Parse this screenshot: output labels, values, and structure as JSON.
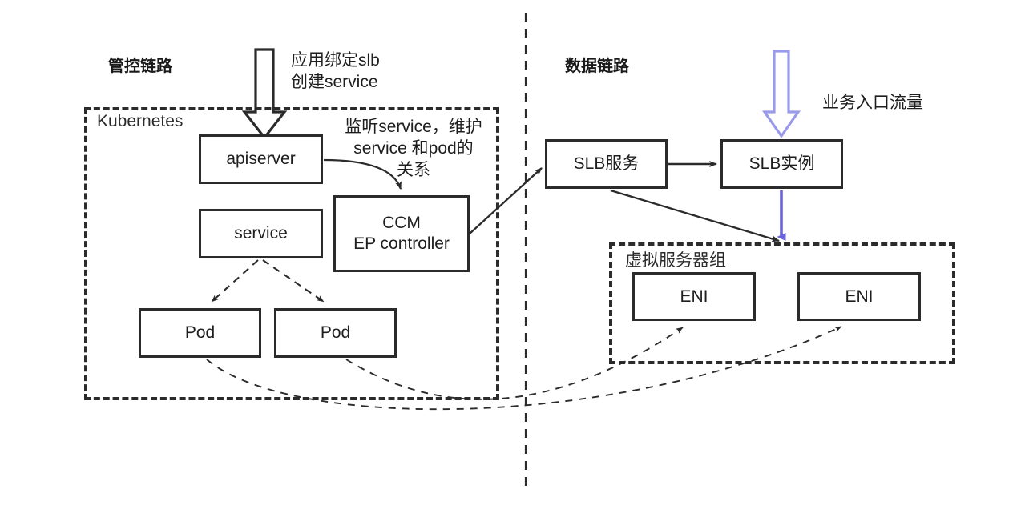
{
  "diagram": {
    "title_control_plane": "管控链路",
    "title_data_plane": "数据链路",
    "annotations": {
      "bind_slb_create_service": "应用绑定slb\n创建service",
      "watch_service_maintain": "监听service，维护\nservice 和pod的\n关系",
      "business_ingress_traffic": "业务入口流量"
    },
    "groups": {
      "kubernetes": "Kubernetes",
      "virtual_server_group": "虚拟服务器组"
    },
    "nodes": {
      "apiserver": "apiserver",
      "service": "service",
      "ccm": "CCM\nEP controller",
      "pod_left": "Pod",
      "pod_right": "Pod",
      "slb_service": "SLB服务",
      "slb_instance": "SLB实例",
      "eni_left": "ENI",
      "eni_right": "ENI"
    },
    "colors": {
      "stroke": "#2b2b2b",
      "text": "#1e1e1e",
      "arrow_outline_purple": "#9a9aea",
      "arrow_solid_purple": "#6a63dc",
      "background": "#ffffff"
    }
  }
}
